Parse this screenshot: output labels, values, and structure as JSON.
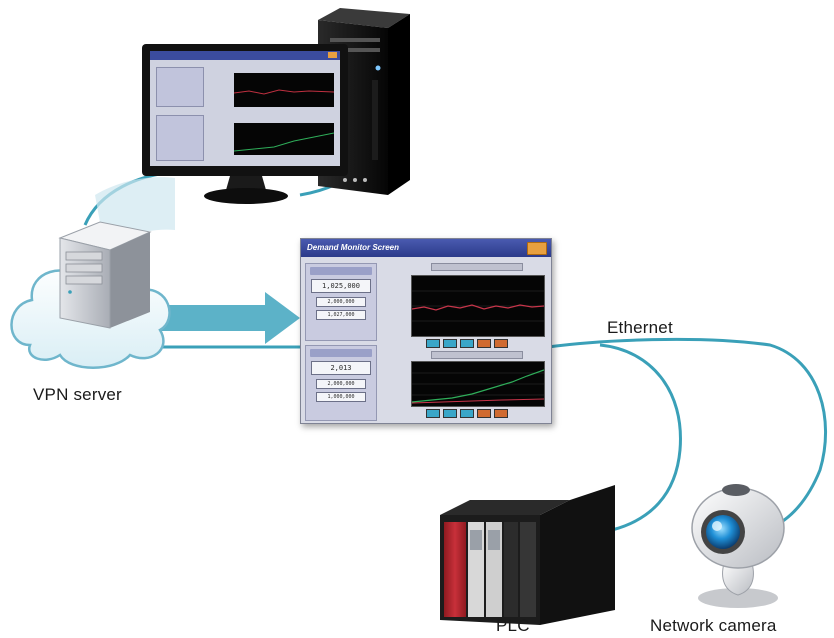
{
  "labels": {
    "vpn_server": "VPN server",
    "ethernet": "Ethernet",
    "plc": "PLC",
    "network_camera": "Network camera"
  },
  "window": {
    "title": "Demand Monitor Screen",
    "readouts": [
      "1,025,000",
      "2,000,000",
      "1,027,000",
      "2,013",
      "2,000,000",
      "1,000,000"
    ]
  },
  "colors": {
    "network_line": "#3aa0b8",
    "arrow": "#5cb2c8",
    "plc_red": "#b3232b",
    "camera_lens": "#1f8fd6"
  }
}
